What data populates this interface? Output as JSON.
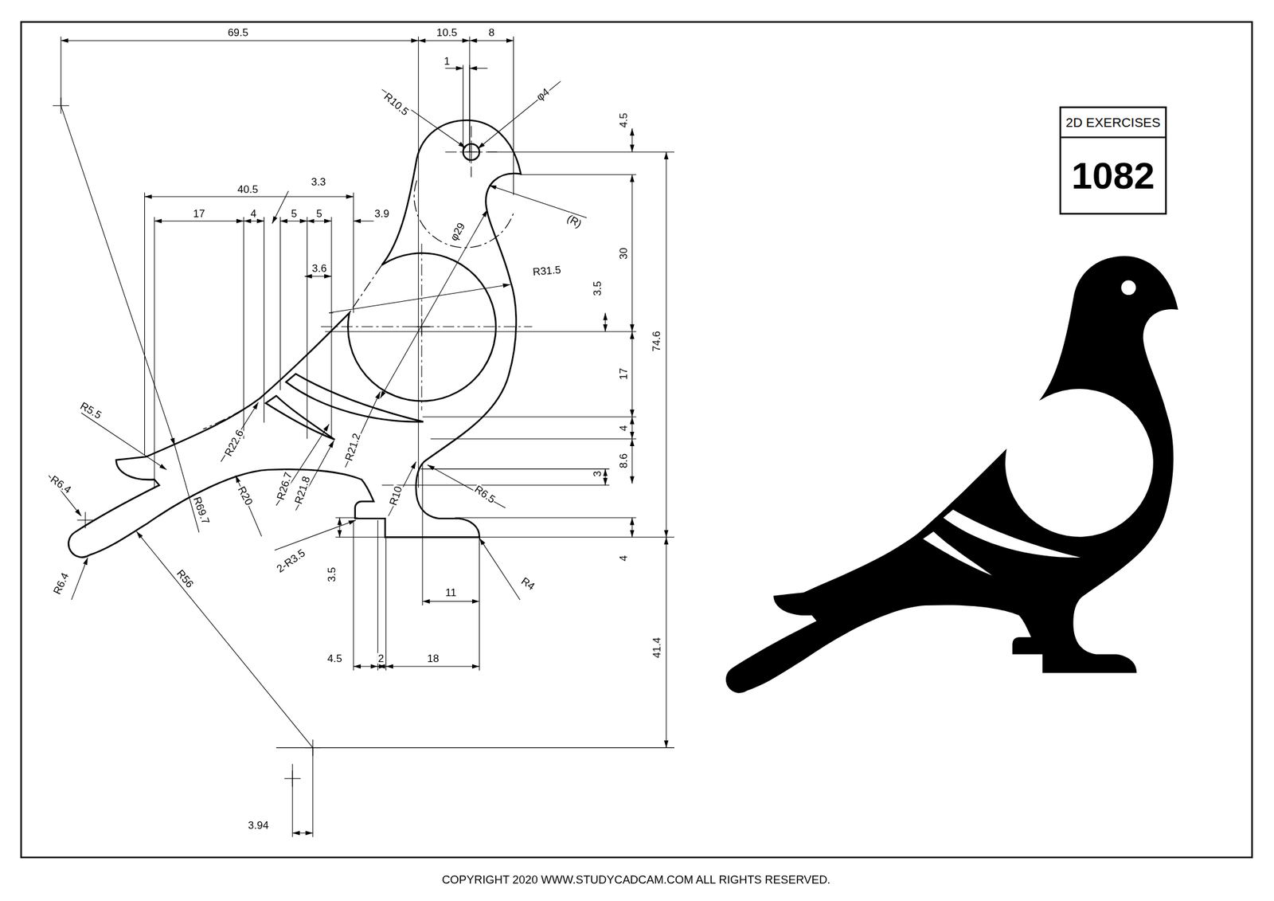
{
  "diagram": {
    "nodes": [
      {
        "text": [
          "2D EXERCISES",
          "1082"
        ]
      }
    ],
    "labels": [
      "69.5",
      "10.5",
      "8",
      "1",
      "R10.5",
      "φ4",
      "4.5",
      "3.3",
      "40.5",
      "17",
      "4",
      "5",
      "5",
      "3.9",
      "(R)",
      "30",
      "φ29",
      "R31.5",
      "3.6",
      "3.5",
      "74.6",
      "17",
      "R5.5",
      "4",
      "8.6",
      "3",
      "R22.6",
      "R21.2",
      "R6.5",
      "R26.7",
      "R21.8",
      "R10",
      "R20",
      "R69.7",
      "R6.4",
      "2-R3.5",
      "4",
      "R4",
      "R6.4",
      "R56",
      "3.5",
      "11",
      "4.5",
      "2",
      "18",
      "41.4",
      "3.94",
      "COPYRIGHT 2020 WWW.STUDYCADCAM.COM ALL RIGHTS RESERVED."
    ]
  }
}
